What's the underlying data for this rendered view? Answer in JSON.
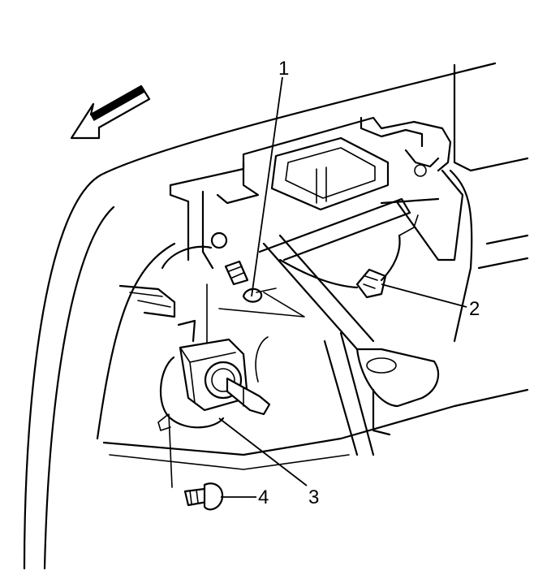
{
  "callouts": [
    {
      "id": "1",
      "label": "1"
    },
    {
      "id": "2",
      "label": "2"
    },
    {
      "id": "3",
      "label": "3"
    },
    {
      "id": "4",
      "label": "4"
    }
  ],
  "icons": {
    "direction_arrow": "front-direction-arrow-icon"
  },
  "colors": {
    "line": "#000000",
    "background": "#ffffff"
  }
}
